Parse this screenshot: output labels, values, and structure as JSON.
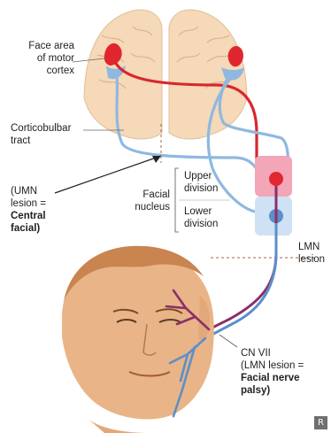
{
  "labels": {
    "face_area": [
      "Face area",
      "of motor",
      "cortex"
    ],
    "corticobulbar": [
      "Corticobulbar",
      "tract"
    ],
    "umn_lesion": [
      "(UMN",
      "lesion =",
      "Central",
      "facial)"
    ],
    "facial_nucleus": [
      "Facial",
      "nucleus"
    ],
    "upper_division": [
      "Upper",
      "division"
    ],
    "lower_division": [
      "Lower",
      "division"
    ],
    "lmn_lesion": [
      "LMN",
      "lesion"
    ],
    "cn7": [
      "CN VII",
      "(LMN lesion =",
      "Facial nerve",
      "palsy)"
    ]
  },
  "logo": "R",
  "colors": {
    "upper_pathway": "#d9262e",
    "lower_pathway": "#8fb8e0",
    "facial_nerve_upper": "#8b2f6a",
    "facial_nerve_lower": "#5b8fc9",
    "nucleus_upper_box": "#f2a6b8",
    "nucleus_lower_box": "#cfe1f4",
    "brain": "#f5d9b8",
    "skin": "#e9b487"
  }
}
